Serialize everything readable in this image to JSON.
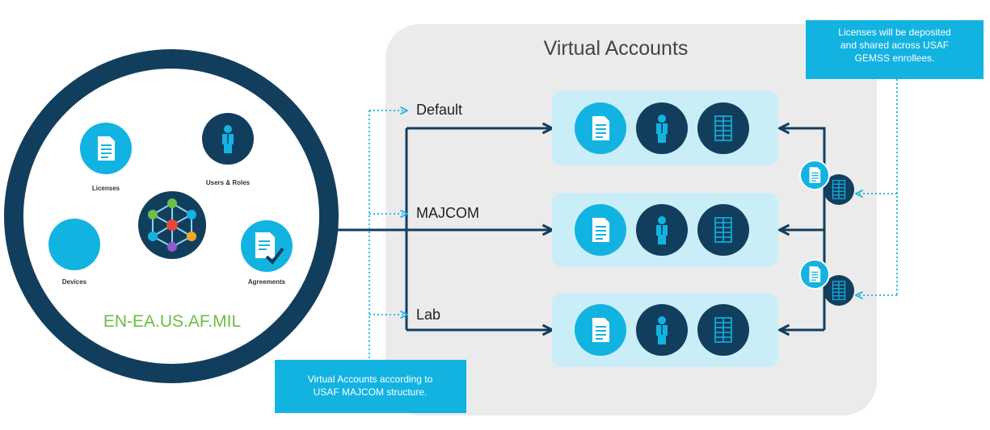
{
  "panel": {
    "title": "Virtual Accounts"
  },
  "org": {
    "domain": "EN-EA.US.AF.MIL",
    "items": {
      "licenses": "Licenses",
      "users": "Users & Roles",
      "devices": "Devices",
      "agreements": "Agreements"
    }
  },
  "accounts": [
    {
      "label": "Default"
    },
    {
      "label": "MAJCOM"
    },
    {
      "label": "Lab"
    }
  ],
  "callouts": {
    "licenses_note": [
      "Licenses will be deposited",
      "and shared across USAF",
      "GEMSS enrollees."
    ],
    "virtual_note": [
      "Virtual Accounts according to",
      "USAF MAJCOM structure."
    ]
  },
  "colors": {
    "navy": "#123e5e",
    "cyan": "#13b3e1",
    "light_blue": "#c9eef8",
    "panel_grey": "#ebebeb",
    "domain_green": "#6dbe45"
  },
  "icons": [
    "document-icon",
    "user-icon",
    "server-icon",
    "network-hub-icon",
    "agreement-check-icon"
  ]
}
